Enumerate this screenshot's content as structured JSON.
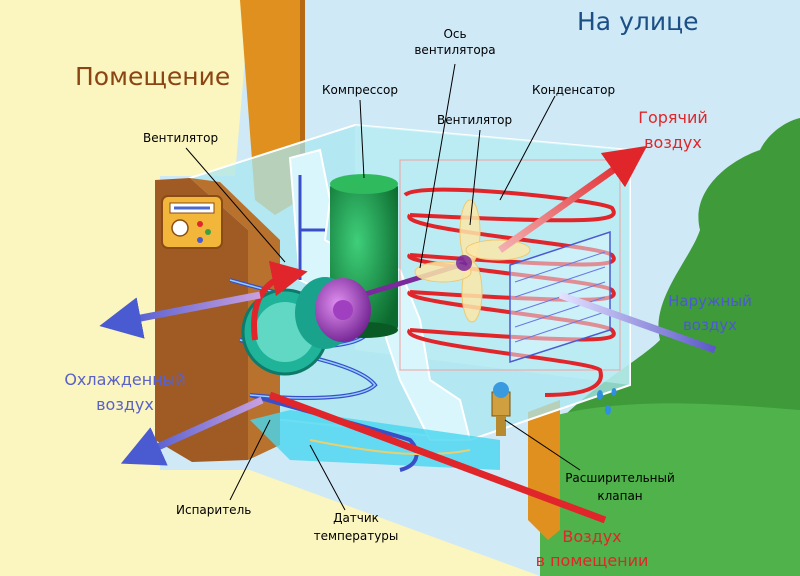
{
  "headings": {
    "indoor": "Помещение",
    "outdoor": "На улице"
  },
  "labels": {
    "fan_axis": [
      "Ось",
      "вентилятора"
    ],
    "compressor": "Компрессор",
    "condenser": "Конденсатор",
    "fan_outdoor": "Вентилятор",
    "fan_indoor": "Вентилятор",
    "hot_air": [
      "Горячий",
      "воздух"
    ],
    "outside_air": [
      "Наружный",
      "воздух"
    ],
    "cooled_air": [
      "Охлажденный",
      "воздух"
    ],
    "expansion_valve": [
      "Расширительный",
      "клапан"
    ],
    "evaporator": "Испаритель",
    "temp_sensor": [
      "Датчик",
      "температуры"
    ],
    "room_air": [
      "Воздух",
      "в помещении"
    ]
  },
  "colors": {
    "sky": "#cfe9f6",
    "room": "#fbf5bf",
    "wall": "#e0901e",
    "hot": "#e0262a",
    "cold": "#5a62c8",
    "heading_brown": "#8b4513",
    "heading_blue": "#1b4f86",
    "grass": "#3f9a3a"
  }
}
